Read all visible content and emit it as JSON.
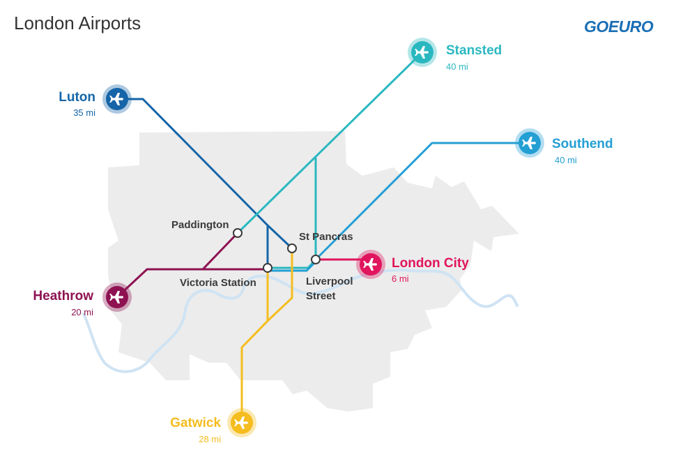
{
  "title": "London Airports",
  "brand": {
    "name": "GOEURO",
    "color": "#1a6fb5"
  },
  "colors": {
    "luton": "#1565a8",
    "stansted": "#2ab8c0",
    "southend": "#249fd4",
    "heathrow": "#8e1252",
    "london_city": "#e0155d",
    "gatwick": "#f5bd1f",
    "london_area": "#ececec",
    "river": "#cfe3f3",
    "station_label": "#3a3a3a"
  },
  "airports": {
    "luton": {
      "name": "Luton",
      "distance": "35  mi",
      "icon": "airplane-icon"
    },
    "stansted": {
      "name": "Stansted",
      "distance": "40 mi",
      "icon": "airplane-icon"
    },
    "southend": {
      "name": "Southend",
      "distance": "40 mi",
      "icon": "airplane-icon"
    },
    "heathrow": {
      "name": "Heathrow",
      "distance": "20 mi",
      "icon": "airplane-icon"
    },
    "london_city": {
      "name": "London City",
      "distance": "6 mi",
      "icon": "airplane-icon"
    },
    "gatwick": {
      "name": "Gatwick",
      "distance": "28 mi",
      "icon": "airplane-icon"
    }
  },
  "stations": {
    "paddington": "Paddington",
    "st_pancras": "St Pancras",
    "victoria": "Victoria Station",
    "liverpool_street_line1": "Liverpool",
    "liverpool_street_line2": "Street"
  }
}
